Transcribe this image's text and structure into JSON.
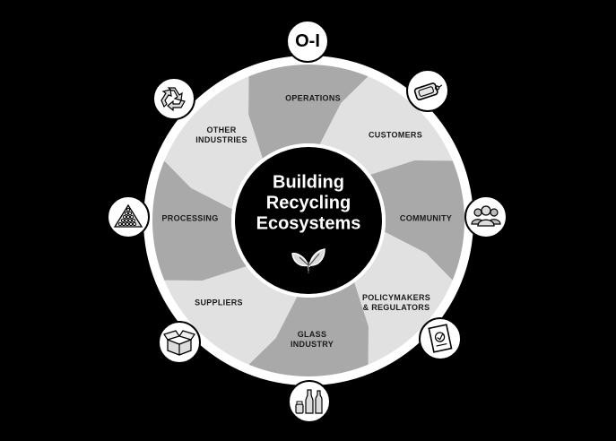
{
  "title": "Building\nRecycling\nEcosystems",
  "segments": [
    {
      "id": "operations",
      "label": "OPERATIONS"
    },
    {
      "id": "customers",
      "label": "CUSTOMERS"
    },
    {
      "id": "community",
      "label": "COMMUNITY"
    },
    {
      "id": "policymakers",
      "label": "POLICYMAKERS\n& REGULATORS"
    },
    {
      "id": "glass-industry",
      "label": "GLASS\nINDUSTRY"
    },
    {
      "id": "suppliers",
      "label": "SUPPLIERS"
    },
    {
      "id": "processing",
      "label": "PROCESSING"
    },
    {
      "id": "other-industries",
      "label": "OTHER\nINDUSTRIES"
    }
  ],
  "logo_text": "O-I",
  "icons": [
    "logo-icon",
    "tag-icon",
    "people-icon",
    "document-icon",
    "bottles-icon",
    "box-icon",
    "cullet-pile-icon",
    "recycle-icon",
    "leaf-icon"
  ],
  "colors": {
    "background": "#000000",
    "segment_dark": "#a9a9a9",
    "segment_light": "#e1e1e1",
    "center": "#000000",
    "icon_bg": "#ffffff"
  }
}
